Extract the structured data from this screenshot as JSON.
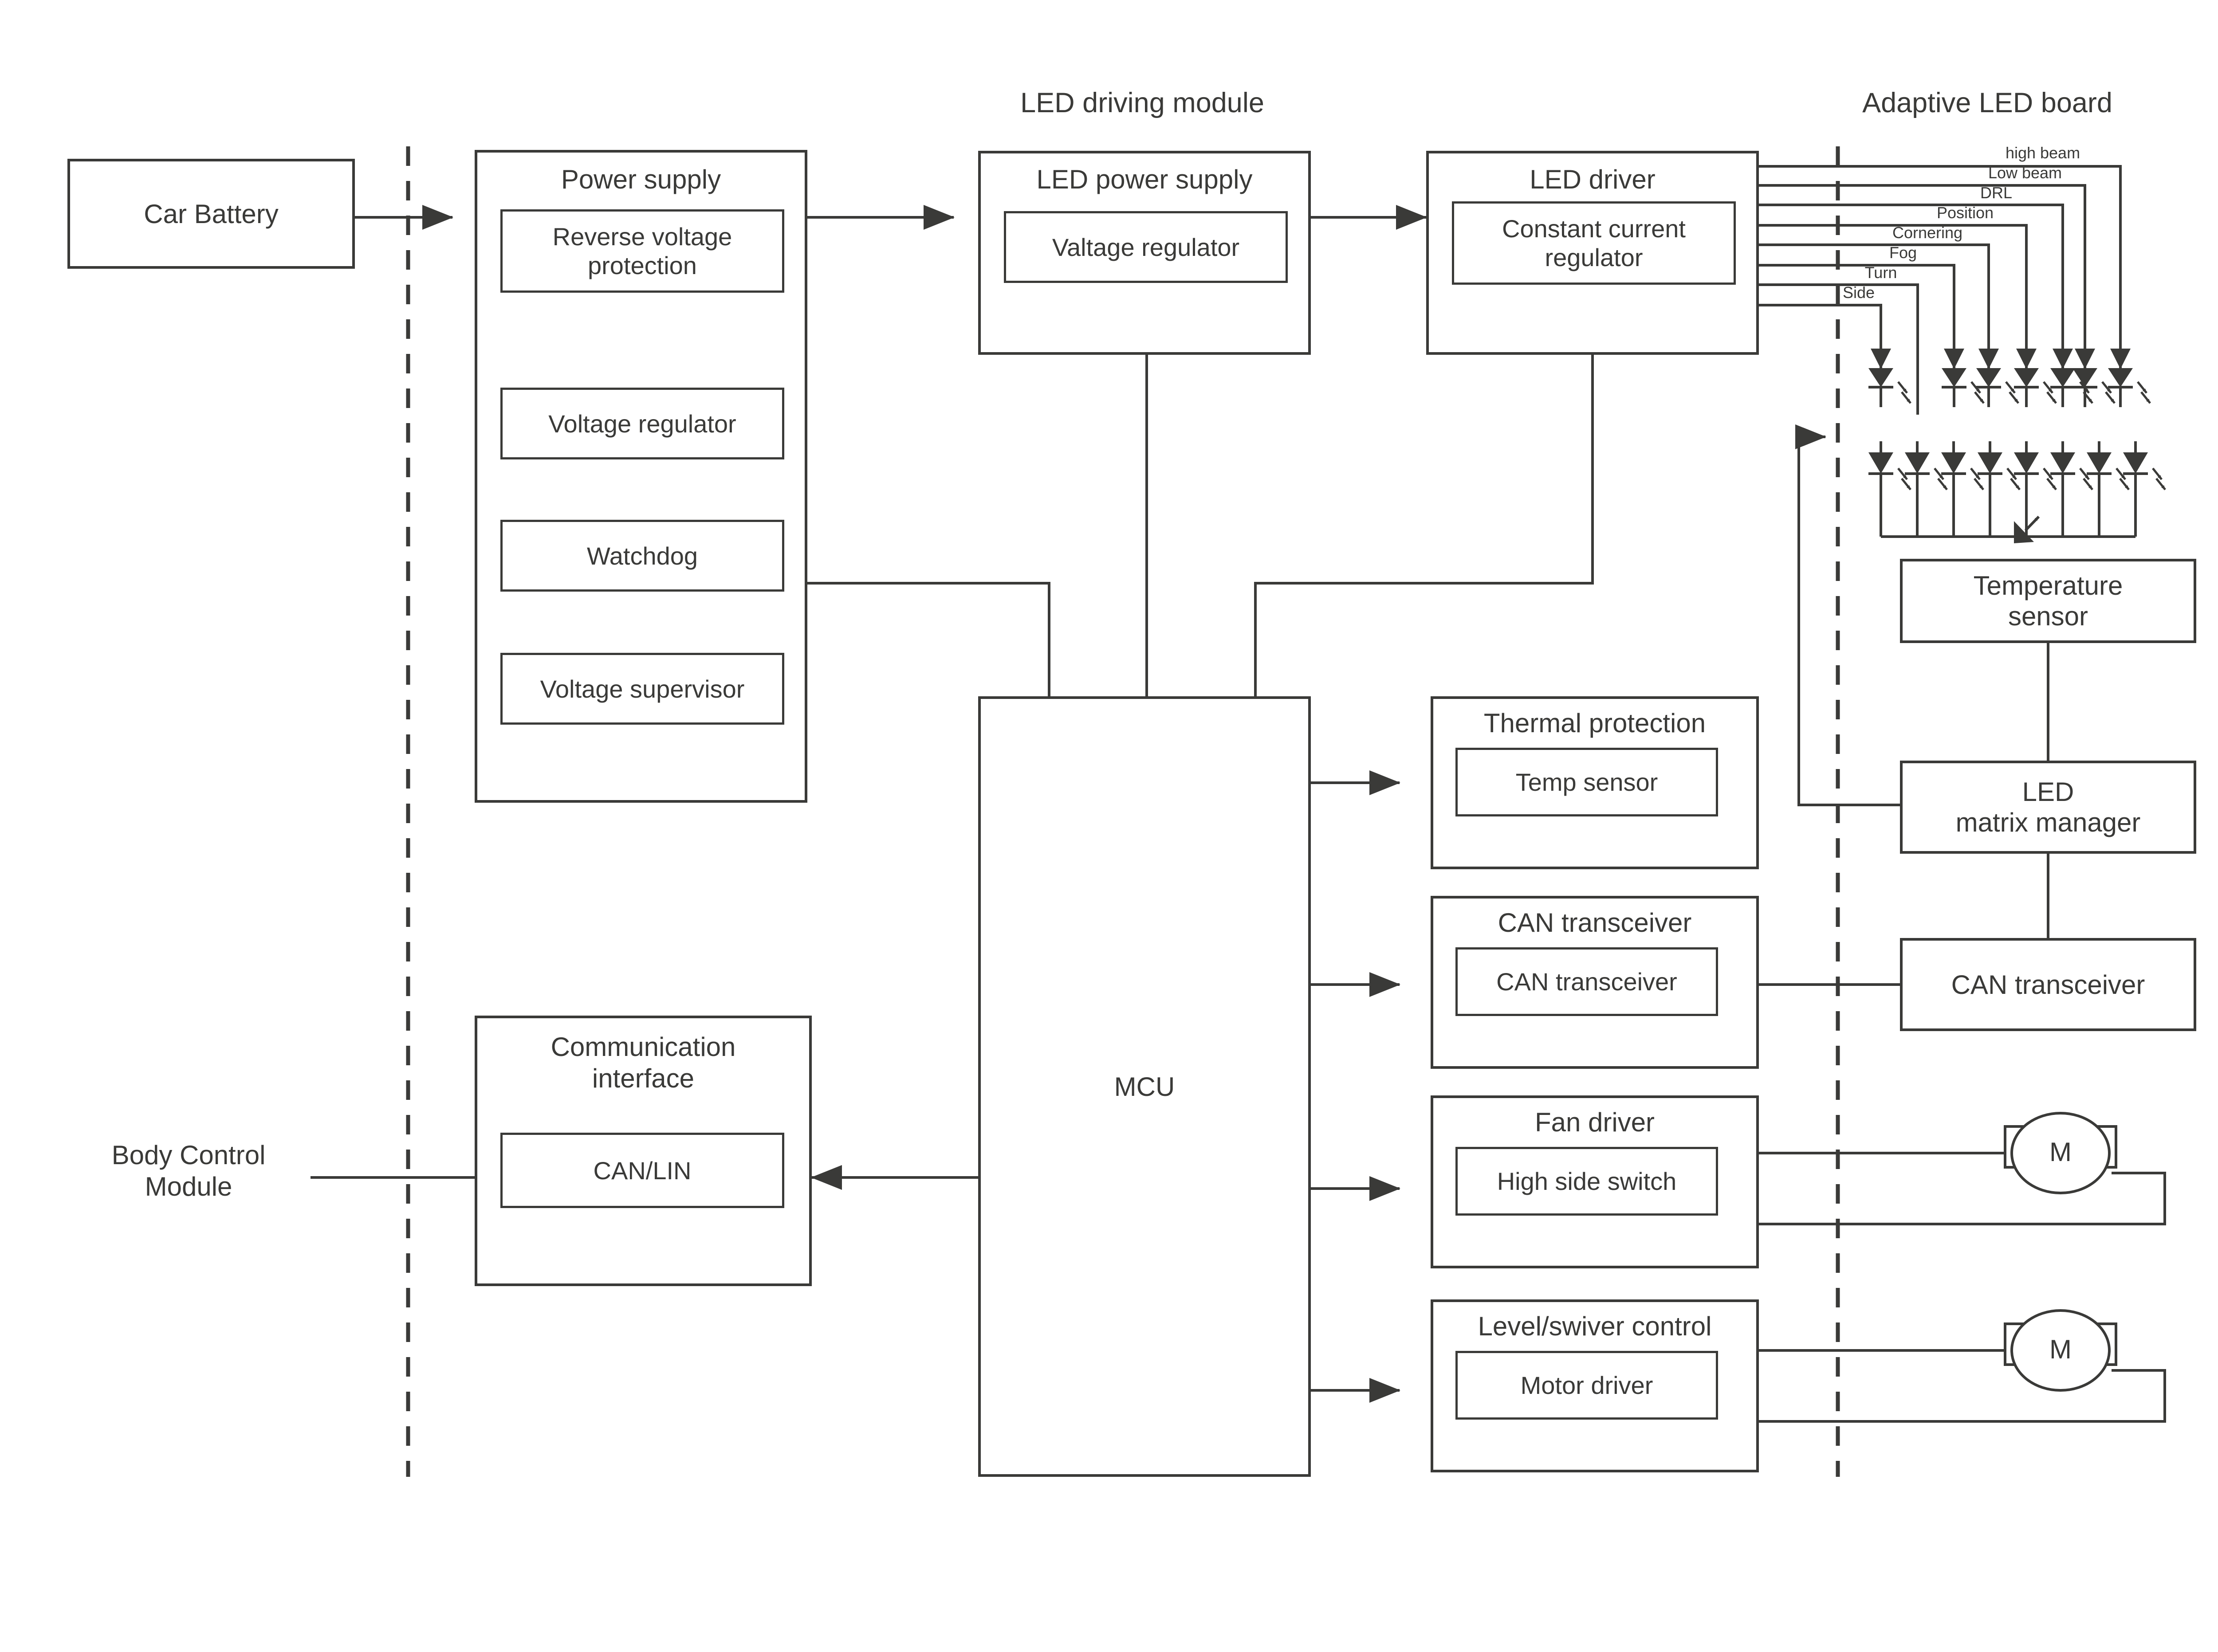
{
  "diagram": {
    "title_led_driving_module": "LED driving module",
    "title_adaptive_led_board": "Adaptive LED board"
  },
  "external": {
    "car_battery": "Car Battery",
    "body_control_module": "Body Control\nModule"
  },
  "power_supply": {
    "title": "Power supply",
    "items": [
      "Reverse voltage\nprotection",
      "Voltage regulator",
      "Watchdog",
      "Voltage supervisor"
    ]
  },
  "led_power_supply": {
    "title": "LED power supply",
    "inner": "Valtage regulator"
  },
  "led_driver": {
    "title": "LED driver",
    "inner": "Constant current\nregulator"
  },
  "mcu": {
    "label": "MCU"
  },
  "communication_interface": {
    "title": "Communication\ninterface",
    "inner": "CAN/LIN"
  },
  "peripherals": [
    {
      "title": "Thermal protection",
      "inner": "Temp sensor"
    },
    {
      "title": "CAN transceiver",
      "inner": "CAN transceiver"
    },
    {
      "title": "Fan driver",
      "inner": "High side switch"
    },
    {
      "title": "Level/swiver control",
      "inner": "Motor driver"
    }
  ],
  "led_board": {
    "channels": [
      "high beam",
      "Low beam",
      "DRL",
      "Position",
      "Cornering",
      "Fog",
      "Turn",
      "Side"
    ],
    "temperature_sensor": "Temperature\nsensor",
    "led_matrix_manager": "LED\nmatrix manager",
    "can_transceiver": "CAN transceiver"
  },
  "motors": [
    {
      "label": "M"
    },
    {
      "label": "M"
    }
  ],
  "colors": {
    "stroke": "#3a3a38",
    "background": "#ffffff"
  }
}
